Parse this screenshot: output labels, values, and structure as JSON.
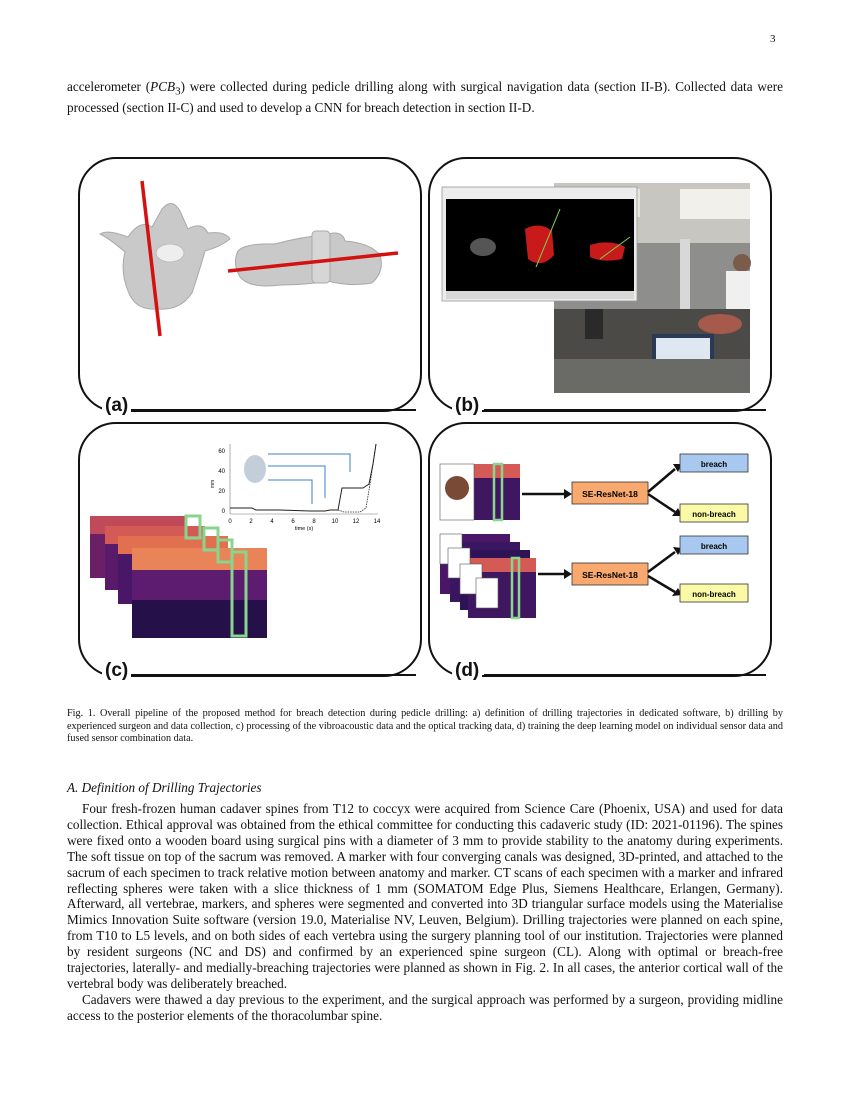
{
  "page_number": "3",
  "intro": {
    "before_math": "accelerometer (",
    "math": "PCB",
    "math_sub": "3",
    "after_math": ") were collected during pedicle drilling along with surgical navigation data (section II-B). Collected data were processed (section II-C) and used to develop a CNN for breach detection in section II-D."
  },
  "figure": {
    "panels": [
      {
        "label": "(a)"
      },
      {
        "label": "(b)"
      },
      {
        "label": "(c)"
      },
      {
        "label": "(d)"
      }
    ],
    "panel_c_plot": {
      "y_ticks": [
        "60",
        "40",
        "20",
        "0"
      ],
      "x_ticks": [
        "0",
        "2",
        "4",
        "6",
        "8",
        "10",
        "12",
        "14"
      ],
      "x_label": "time (s)",
      "y_label": "mm"
    },
    "panel_d": {
      "network_top": "SE-ResNet-18",
      "network_bottom": "SE-ResNet-18",
      "out_breach_top": "breach",
      "out_nonbreach_top": "non-breach",
      "out_breach_bottom": "breach",
      "out_nonbreach_bottom": "non-breach"
    }
  },
  "caption": "Fig. 1.   Overall pipeline of the proposed method for breach detection during pedicle drilling: a) definition of drilling trajectories in dedicated software, b) drilling by experienced surgeon and data collection, c) processing of the vibroacoustic data and the optical tracking data, d) training the deep learning model on individual sensor data and fused sensor combination data.",
  "section_title": "A.  Definition of Drilling Trajectories",
  "paragraphs": [
    "Four fresh-frozen human cadaver spines from T12 to coccyx were acquired from Science Care (Phoenix, USA) and used for data collection. Ethical approval was obtained from the ethical committee for conducting this cadaveric study (ID: 2021-01196). The spines were fixed onto a wooden board using surgical pins with a diameter of 3 mm to provide stability to the anatomy during experiments. The soft tissue on top of the sacrum was removed. A marker with four converging canals was designed, 3D-printed, and attached to the sacrum of each specimen to track relative motion between anatomy and marker. CT scans of each specimen with a marker and infrared reflecting spheres were taken with a slice thickness of 1 mm (SOMATOM Edge Plus, Siemens Healthcare, Erlangen, Germany). Afterward, all vertebrae, markers, and spheres were segmented and converted into 3D triangular surface models using the Materialise Mimics Innovation Suite software (version 19.0, Materialise NV, Leuven, Belgium). Drilling trajectories were planned on each spine, from T10 to L5 levels, and on both sides of each vertebra using the surgery planning tool of our institution. Trajectories were planned by resident surgeons (NC and DS) and confirmed by an experienced spine surgeon (CL). Along with optimal or breach-free trajectories, laterally- and medially-breaching trajectories were planned as shown in Fig. 2. In all cases, the anterior cortical wall of the vertebral body was deliberately breached.",
    "Cadavers were thawed a day previous to the experiment, and the surgical approach was performed by a surgeon, providing midline access to the posterior elements of the thoracolumbar spine."
  ]
}
